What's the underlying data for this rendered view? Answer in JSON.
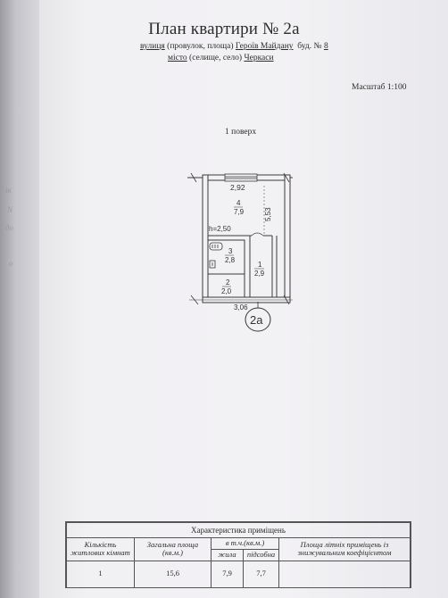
{
  "title": "План квартири № 2а",
  "address": {
    "street_kind_label": "вулиця",
    "street_kind_rest": "(провулок, площа)",
    "street_name": "Героїв Майдану",
    "building_label": "буд. №",
    "building_no": "8",
    "city_kind_label": "місто",
    "city_kind_rest": "(селище, село)",
    "city_name": "Черкаси"
  },
  "scale": "Масштаб 1:100",
  "floor_label": "1 поверх",
  "plan": {
    "dim_top": "2,92",
    "dim_right": "5,53",
    "dim_bottom": "3,06",
    "height": "h=2,50",
    "rooms": [
      {
        "number": "4",
        "area": "7,9"
      },
      {
        "number": "3",
        "area": "2,8"
      },
      {
        "number": "2",
        "area": "2,0"
      },
      {
        "number": "1",
        "area": "2,9"
      }
    ],
    "apartment_tag": "2а"
  },
  "table": {
    "caption": "Характеристика приміщень",
    "col_rooms": "Кількість житлових кімнат",
    "col_total": "Загальна площа (кв.м.)",
    "col_incl": "в т.ч.(кв.м.)",
    "col_living": "жила",
    "col_aux": "підсобна",
    "col_summer": "Площа літніх приміщень із знижувальним коефіцієнтом",
    "rooms": "1",
    "total": "15,6",
    "living": "7,9",
    "aux": "7,7",
    "summer": ""
  }
}
